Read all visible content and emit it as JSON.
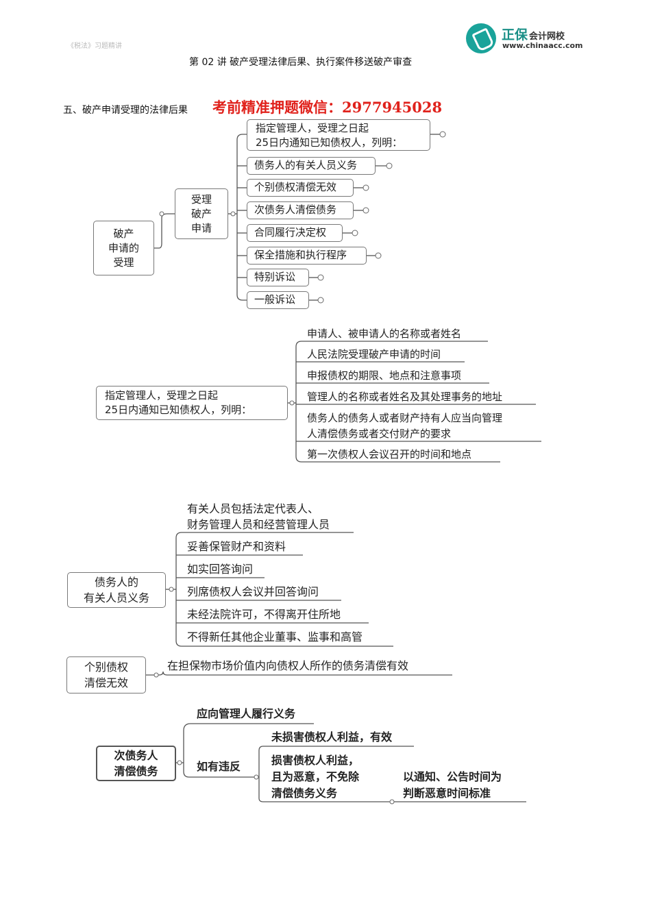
{
  "header": {
    "logo_name": "正保",
    "logo_sub": "会计网校",
    "logo_url": "www.chinaacc.com",
    "faint_text": "《税法》习题精讲",
    "lecture_title": "第 02 讲  破产受理法律后果、执行案件移送破产审查"
  },
  "section": {
    "title": "五、破产申请受理的法律后果",
    "watermark": "考前精准押题微信：2977945028"
  },
  "map1": {
    "root": "破产\n申请的\n受理",
    "mid": "受理\n破产\n申请",
    "items": [
      "指定管理人，受理之日起\n25日内通知已知债权人，列明：",
      "债务人的有关人员义务",
      "个别债权清偿无效",
      "次债务人清偿债务",
      "合同履行决定权",
      "保全措施和执行程序",
      "特别诉讼",
      "一般诉讼"
    ]
  },
  "map2": {
    "root": "指定管理人，受理之日起\n25日内通知已知债权人，列明：",
    "items": [
      "申请人、被申请人的名称或者姓名",
      "人民法院受理破产申请的时间",
      "申报债权的期限、地点和注意事项",
      "管理人的名称或者姓名及其处理事务的地址",
      "债务人的债务人或者财产持有人应当向管理\n人清偿债务或者交付财产的要求",
      "第一次债权人会议召开的时间和地点"
    ]
  },
  "map3": {
    "root": "债务人的\n有关人员义务",
    "items": [
      "有关人员包括法定代表人、\n财务管理人员和经营管理人员",
      "妥善保管财产和资料",
      "如实回答询问",
      "列席债权人会议并回答询问",
      "未经法院许可，不得离开住所地",
      "不得新任其他企业董事、监事和高管"
    ]
  },
  "map4": {
    "root": "个别债权\n清偿无效",
    "item": "在担保物市场价值内向债权人所作的债务清偿有效"
  },
  "map5": {
    "root": "次债务人\n清偿债务",
    "item1": "应向管理人履行义务",
    "item2": "如有违反",
    "sub1": "未损害债权人利益，有效",
    "sub2": "损害债权人利益，\n且为恶意，不免除\n清偿债务义务",
    "sub3": "以通知、公告时间为\n判断恶意时间标准"
  }
}
